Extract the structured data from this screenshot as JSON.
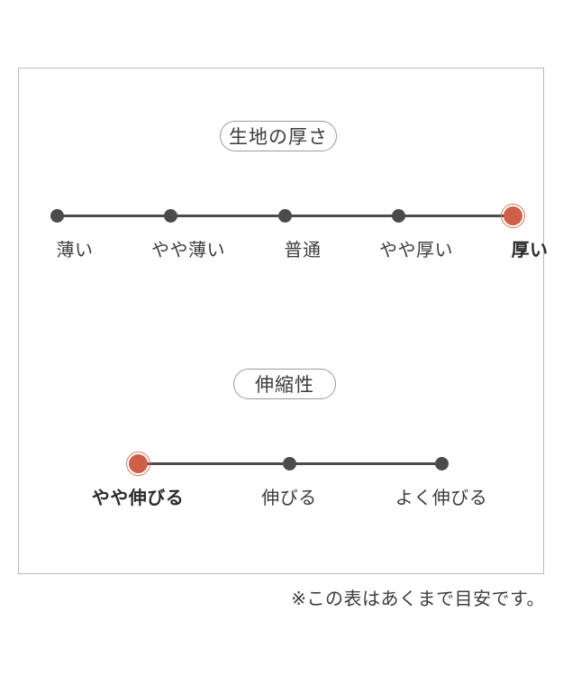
{
  "chart_data": {
    "type": "scatter",
    "title": "",
    "subtitle": "",
    "xlabel": "",
    "ylabel": "",
    "grid": false,
    "legend": "none",
    "footnote": "※この表はあくまで目安です。",
    "accent_color": "#cf5f47",
    "track_color": "#4b4b4b",
    "frame_color": "#b9b9b9",
    "series": [
      {
        "name": "生地の厚さ",
        "categories": [
          "薄い",
          "やや薄い",
          "普通",
          "やや厚い",
          "厚い"
        ],
        "values": [
          0,
          0,
          0,
          0,
          1
        ],
        "selected_index": 4,
        "selected_label": "厚い",
        "scale_points": 5
      },
      {
        "name": "伸縮性",
        "categories": [
          "やや伸びる",
          "伸びる",
          "よく伸びる"
        ],
        "values": [
          1,
          0,
          0
        ],
        "selected_index": 0,
        "selected_label": "やや伸びる",
        "scale_points": 3
      }
    ]
  },
  "sections": [
    {
      "title": "生地の厚さ",
      "labels": [
        "薄い",
        "やや薄い",
        "普通",
        "やや厚い",
        "厚い"
      ],
      "selected_index": 4
    },
    {
      "title": "伸縮性",
      "labels": [
        "やや伸びる",
        "伸びる",
        "よく伸びる"
      ],
      "selected_index": 0
    }
  ],
  "footnote": "※この表はあくまで目安です。"
}
